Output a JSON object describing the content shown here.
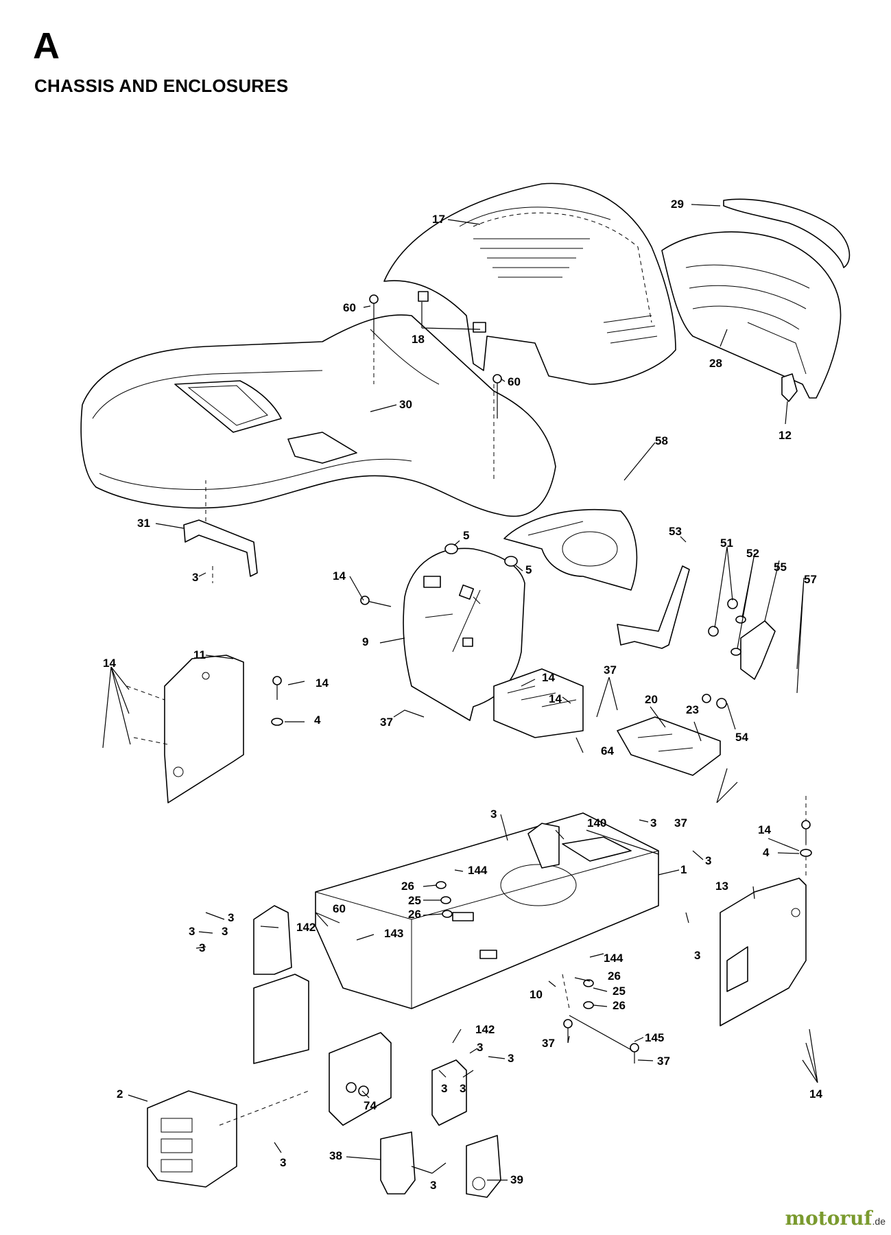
{
  "header": {
    "section_letter": "A",
    "section_title": "CHASSIS AND ENCLOSURES"
  },
  "watermark": {
    "text": "motoruf",
    "suffix": ".de",
    "color": "#7a9a2e"
  },
  "parts": [
    {
      "id": "part-17",
      "label": "17"
    },
    {
      "id": "part-29",
      "label": "29"
    },
    {
      "id": "part-60-a",
      "label": "60"
    },
    {
      "id": "part-18",
      "label": "18"
    },
    {
      "id": "part-28",
      "label": "28"
    },
    {
      "id": "part-60-b",
      "label": "60"
    },
    {
      "id": "part-30",
      "label": "30"
    },
    {
      "id": "part-12",
      "label": "12"
    },
    {
      "id": "part-58",
      "label": "58"
    },
    {
      "id": "part-31",
      "label": "31"
    },
    {
      "id": "part-5-a",
      "label": "5"
    },
    {
      "id": "part-5-b",
      "label": "5"
    },
    {
      "id": "part-53",
      "label": "53"
    },
    {
      "id": "part-51",
      "label": "51"
    },
    {
      "id": "part-52",
      "label": "52"
    },
    {
      "id": "part-55",
      "label": "55"
    },
    {
      "id": "part-57",
      "label": "57"
    },
    {
      "id": "part-3-a",
      "label": "3"
    },
    {
      "id": "part-14-a",
      "label": "14"
    },
    {
      "id": "part-9",
      "label": "9"
    },
    {
      "id": "part-11",
      "label": "11"
    },
    {
      "id": "part-14-b",
      "label": "14"
    },
    {
      "id": "part-14-c",
      "label": "14"
    },
    {
      "id": "part-4-a",
      "label": "4"
    },
    {
      "id": "part-14-d",
      "label": "14"
    },
    {
      "id": "part-14-e",
      "label": "14"
    },
    {
      "id": "part-37-a",
      "label": "37"
    },
    {
      "id": "part-37-b",
      "label": "37"
    },
    {
      "id": "part-20",
      "label": "20"
    },
    {
      "id": "part-23",
      "label": "23"
    },
    {
      "id": "part-54",
      "label": "54"
    },
    {
      "id": "part-64",
      "label": "64"
    },
    {
      "id": "part-37-c",
      "label": "37"
    },
    {
      "id": "part-3-b",
      "label": "3"
    },
    {
      "id": "part-140",
      "label": "140"
    },
    {
      "id": "part-3-c",
      "label": "3"
    },
    {
      "id": "part-3-d",
      "label": "3"
    },
    {
      "id": "part-14-f",
      "label": "14"
    },
    {
      "id": "part-4-b",
      "label": "4"
    },
    {
      "id": "part-1",
      "label": "1"
    },
    {
      "id": "part-144-a",
      "label": "144"
    },
    {
      "id": "part-26-a",
      "label": "26"
    },
    {
      "id": "part-25-a",
      "label": "25"
    },
    {
      "id": "part-26-b",
      "label": "26"
    },
    {
      "id": "part-13",
      "label": "13"
    },
    {
      "id": "part-3-e",
      "label": "3"
    },
    {
      "id": "part-3-f",
      "label": "3"
    },
    {
      "id": "part-60-c",
      "label": "60"
    },
    {
      "id": "part-142-a",
      "label": "142"
    },
    {
      "id": "part-3-g",
      "label": "3"
    },
    {
      "id": "part-143",
      "label": "143"
    },
    {
      "id": "part-3-h",
      "label": "3"
    },
    {
      "id": "part-3-i",
      "label": "3"
    },
    {
      "id": "part-144-b",
      "label": "144"
    },
    {
      "id": "part-26-c",
      "label": "26"
    },
    {
      "id": "part-10",
      "label": "10"
    },
    {
      "id": "part-25-b",
      "label": "25"
    },
    {
      "id": "part-26-d",
      "label": "26"
    },
    {
      "id": "part-142-b",
      "label": "142"
    },
    {
      "id": "part-37-d",
      "label": "37"
    },
    {
      "id": "part-145",
      "label": "145"
    },
    {
      "id": "part-3-j",
      "label": "3"
    },
    {
      "id": "part-3-k",
      "label": "3"
    },
    {
      "id": "part-37-e",
      "label": "37"
    },
    {
      "id": "part-2",
      "label": "2"
    },
    {
      "id": "part-3-l",
      "label": "3"
    },
    {
      "id": "part-3-m",
      "label": "3"
    },
    {
      "id": "part-74",
      "label": "74"
    },
    {
      "id": "part-14-g",
      "label": "14"
    },
    {
      "id": "part-3-n",
      "label": "3"
    },
    {
      "id": "part-38",
      "label": "38"
    },
    {
      "id": "part-39",
      "label": "39"
    },
    {
      "id": "part-3-o",
      "label": "3"
    }
  ]
}
